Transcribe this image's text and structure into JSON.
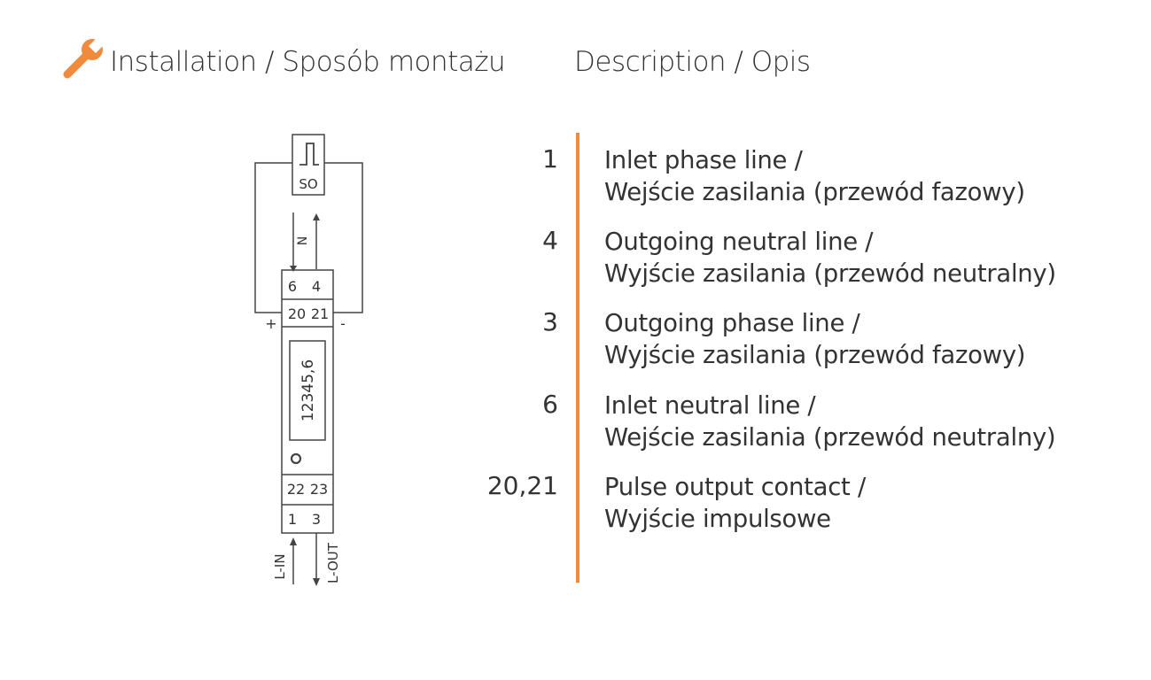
{
  "header": {
    "installation_title": "Installation / Sposób montażu",
    "description_title": "Description / Opis",
    "icon": "wrench-icon"
  },
  "colors": {
    "accent": "#f08a3c",
    "text": "#333333",
    "line": "#444444"
  },
  "diagram": {
    "pulse_label": "SO",
    "neutral_label": "N",
    "terminals_top": [
      "6",
      "4"
    ],
    "terminals_pulse": [
      "20",
      "21"
    ],
    "display_value": "12345,6",
    "terminals_lower": [
      "22",
      "23"
    ],
    "terminals_bottom": [
      "1",
      "3"
    ],
    "plus_label": "+",
    "minus_label": "-",
    "line_in_label": "L-IN",
    "line_out_label": "L-OUT"
  },
  "descriptions": [
    {
      "number": "1",
      "line1": "Inlet phase line /",
      "line2": "Wejście zasilania (przewód fazowy)"
    },
    {
      "number": "4",
      "line1": "Outgoing  neutral line /",
      "line2": "Wyjście zasilania (przewód neutralny)"
    },
    {
      "number": "3",
      "line1": "Outgoing  phase line /",
      "line2": "Wyjście zasilania (przewód fazowy)"
    },
    {
      "number": "6",
      "line1": "Inlet neutral line /",
      "line2": "Wejście zasilania (przewód neutralny)"
    },
    {
      "number": "20,21",
      "line1": "Pulse output contact /",
      "line2": "Wyjście impulsowe"
    }
  ]
}
